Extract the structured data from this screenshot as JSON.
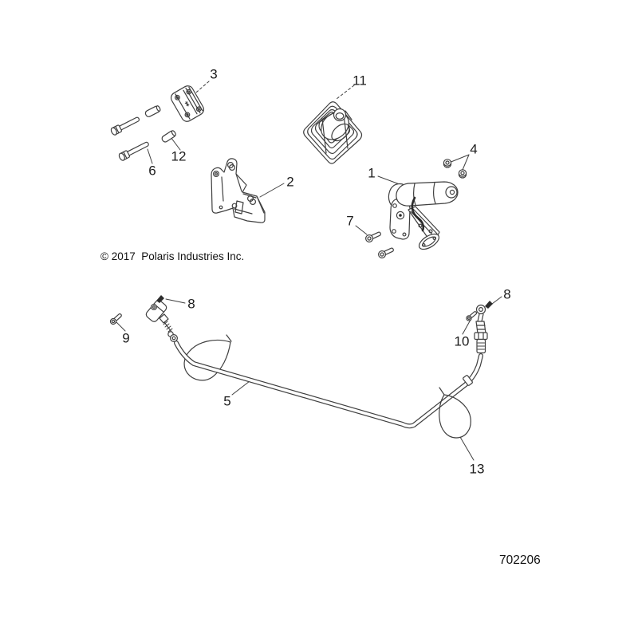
{
  "diagram": {
    "title_hint": "Polaris parking brake exploded parts diagram",
    "copyright": "© 2017  Polaris Industries Inc.",
    "drawing_number": "702206",
    "ink_color": "#3f3f3f",
    "background_color": "#ffffff",
    "callouts": [
      {
        "label": "1"
      },
      {
        "label": "2"
      },
      {
        "label": "3"
      },
      {
        "label": "4"
      },
      {
        "label": "5"
      },
      {
        "label": "6"
      },
      {
        "label": "7"
      },
      {
        "label": "8"
      },
      {
        "label": "8"
      },
      {
        "label": "9"
      },
      {
        "label": "10"
      },
      {
        "label": "11"
      },
      {
        "label": "12"
      },
      {
        "label": "13"
      }
    ]
  }
}
